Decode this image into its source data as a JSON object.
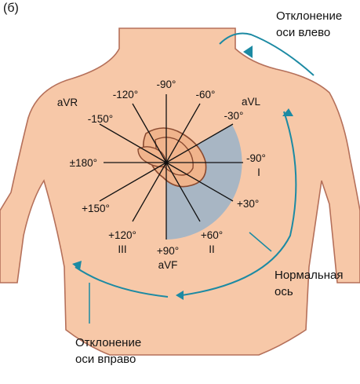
{
  "panel_label": "(б)",
  "colors": {
    "body_fill": "#f7c8a8",
    "body_stroke": "#b5705a",
    "sector_fill": "#a8b6c4",
    "arrow": "#1c8aa3",
    "axis_line": "#111111",
    "heart_outer": "#f0b48c",
    "heart_stroke": "#8a4a30"
  },
  "leads": [
    {
      "name": "aVR",
      "angle": "-150°"
    },
    {
      "name": "aVL",
      "angle": "-30°"
    },
    {
      "name": "I",
      "angle": "-90°"
    },
    {
      "name": "II",
      "angle": "+60°"
    },
    {
      "name": "III",
      "angle": "+120°"
    },
    {
      "name": "aVF",
      "angle": "+90°"
    }
  ],
  "axis_labels": {
    "a_m90": "-90°",
    "a_m120": "-120°",
    "a_m60": "-60°",
    "a_m150": "-150°",
    "a_m30": "-30°",
    "a_180": "±180°",
    "a_r_m90": "-90°",
    "a_p150": "+150°",
    "a_p30": "+30°",
    "a_p120": "+120°",
    "a_p60": "+60°",
    "a_p90": "+90°"
  },
  "lead_labels": {
    "avr": "aVR",
    "avl": "aVL",
    "lead_i": "I",
    "lead_iii": "III",
    "lead_ii": "II",
    "avf": "aVF"
  },
  "annotations": {
    "left_deviation": [
      "Отклонение",
      "оси влево"
    ],
    "normal_axis": [
      "Нормальная",
      "ось"
    ],
    "right_deviation": [
      "Отклонение",
      "оси вправо"
    ]
  }
}
